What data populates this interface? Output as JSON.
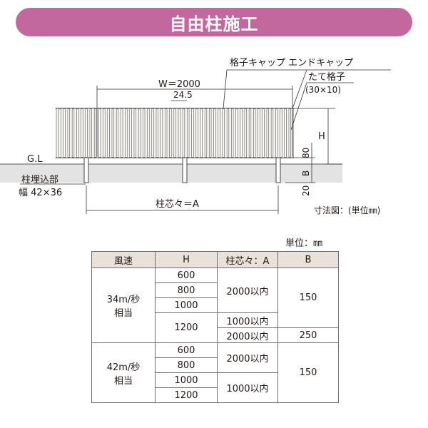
{
  "header": {
    "title": "自由柱施工"
  },
  "diagram": {
    "label_cap": "格子キャップ エンドキャップ",
    "label_lattice": "たて格子",
    "label_lattice_size": "(30×10)",
    "label_width": "W＝2000",
    "label_pitch": "24.5",
    "label_h": "H",
    "label_80": "80",
    "label_b": "B",
    "label_20": "20",
    "label_gl": "G.L",
    "label_embed": "柱埋込部",
    "label_embed_size": "幅 42×36",
    "label_post_center": "柱芯々＝A",
    "label_note": "寸法図：(単位㎜)"
  },
  "table": {
    "unit": "単位：㎜",
    "headers": [
      "風速",
      "H",
      "柱芯々：A",
      "B"
    ],
    "group1": {
      "wind_line1": "34m/秒",
      "wind_line2": "相当",
      "h": [
        "600",
        "800",
        "1000",
        "1200"
      ],
      "a_2000": "2000以内",
      "a_1000": "1000以内",
      "a_2000b": "2000以内",
      "b_150": "150",
      "b_250": "250"
    },
    "group2": {
      "wind_line1": "42m/秒",
      "wind_line2": "相当",
      "h": [
        "600",
        "800",
        "1000",
        "1200"
      ],
      "a_2000": "2000以内",
      "a_1000": "1000以内",
      "b_150": "150"
    }
  }
}
